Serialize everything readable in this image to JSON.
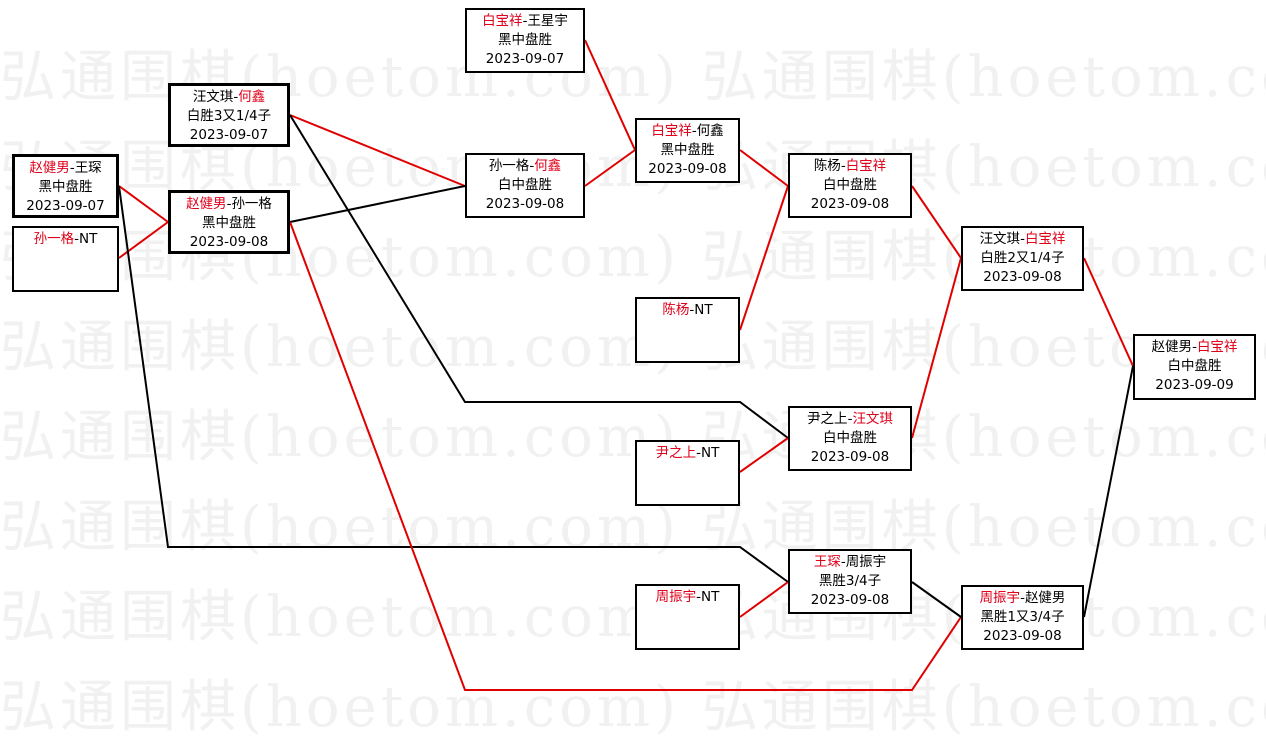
{
  "watermark": "弘通围棋(hoetom.com) 弘通围棋(hoetom.com)",
  "colors": {
    "winner": "#e0001a",
    "win_line": "#e00000",
    "loss_line": "#000000"
  },
  "games": [
    {
      "id": "A",
      "p1": "赵健男",
      "p2": "王琛",
      "winner": 1,
      "result": "黑中盘胜",
      "date": "2023-09-07"
    },
    {
      "id": "B",
      "p1": "孙一格",
      "p2": "NT",
      "winner": 1,
      "result": "",
      "date": ""
    },
    {
      "id": "C",
      "p1": "汪文琪",
      "p2": "何鑫",
      "winner": 2,
      "result": "白胜3又1/4子",
      "date": "2023-09-07"
    },
    {
      "id": "D",
      "p1": "赵健男",
      "p2": "孙一格",
      "winner": 1,
      "result": "黑中盘胜",
      "date": "2023-09-08"
    },
    {
      "id": "E",
      "p1": "白宝祥",
      "p2": "王星宇",
      "winner": 1,
      "result": "黑中盘胜",
      "date": "2023-09-07"
    },
    {
      "id": "F",
      "p1": "孙一格",
      "p2": "何鑫",
      "winner": 2,
      "result": "白中盘胜",
      "date": "2023-09-08"
    },
    {
      "id": "G",
      "p1": "白宝祥",
      "p2": "何鑫",
      "winner": 1,
      "result": "黑中盘胜",
      "date": "2023-09-08"
    },
    {
      "id": "H",
      "p1": "陈杨",
      "p2": "NT",
      "winner": 1,
      "result": "",
      "date": ""
    },
    {
      "id": "I",
      "p1": "陈杨",
      "p2": "白宝祥",
      "winner": 2,
      "result": "白中盘胜",
      "date": "2023-09-08"
    },
    {
      "id": "J",
      "p1": "尹之上",
      "p2": "NT",
      "winner": 1,
      "result": "",
      "date": ""
    },
    {
      "id": "K",
      "p1": "尹之上",
      "p2": "汪文琪",
      "winner": 2,
      "result": "白中盘胜",
      "date": "2023-09-08"
    },
    {
      "id": "L",
      "p1": "周振宇",
      "p2": "NT",
      "winner": 1,
      "result": "",
      "date": ""
    },
    {
      "id": "M",
      "p1": "王琛",
      "p2": "周振宇",
      "winner": 1,
      "result": "黑胜3/4子",
      "date": "2023-09-08"
    },
    {
      "id": "N",
      "p1": "汪文琪",
      "p2": "白宝祥",
      "winner": 2,
      "result": "白胜2又1/4子",
      "date": "2023-09-08"
    },
    {
      "id": "O",
      "p1": "周振宇",
      "p2": "赵健男",
      "winner": 1,
      "result": "黑胜1又3/4子",
      "date": "2023-09-08"
    },
    {
      "id": "P",
      "p1": "赵健男",
      "p2": "白宝祥",
      "winner": 2,
      "result": "白中盘胜",
      "date": "2023-09-09"
    }
  ]
}
